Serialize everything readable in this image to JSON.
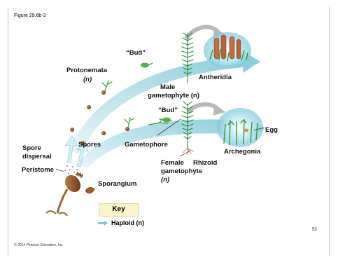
{
  "figure_label": "Figure 29.6b-3",
  "page_number": "53",
  "copyright": "© 2014 Pearson Education, Inc.",
  "labels": {
    "bud_top": "“Bud”",
    "protonemata": "Protonemata",
    "protonemata_ploidy": "(n)",
    "antheridia": "Antheridia",
    "male_gametophyte": "Male",
    "male_gametophyte_2": "gametophyte (n)",
    "bud_lower": "“Bud”",
    "spores": "Spores",
    "gametophore": "Gametophore",
    "egg": "Egg",
    "archegonia": "Archegonia",
    "spore_dispersal_1": "Spore",
    "spore_dispersal_2": "dispersal",
    "peristome": "Peristome",
    "female_gametophyte_1": "Female",
    "female_gametophyte_2": "gametophyte",
    "female_gametophyte_3": "(n)",
    "rhizoid": "Rhizoid",
    "sporangium": "Sporangium"
  },
  "key": {
    "title": "Key",
    "haploid_label": "Haploid (n)",
    "haploid_color": "#7ec8d8"
  },
  "colors": {
    "haploid_arrow": "#7ec8d8",
    "plant_green": "#3a9a3a",
    "spore_brown": "#8a4a1f",
    "sporophyte_brown": "#a0632f"
  }
}
